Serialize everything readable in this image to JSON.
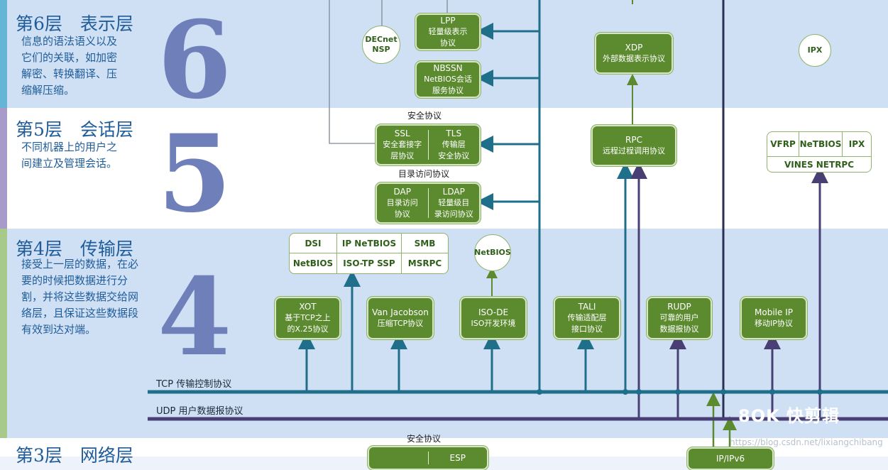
{
  "layers": [
    {
      "title": "第6层　表示层",
      "desc": [
        "信息的语法语义以及",
        "它们的关联，如加密",
        "解密、转换翻译、压",
        "缩解压缩。"
      ],
      "num": "6"
    },
    {
      "title": "第5层　会话层",
      "desc": [
        "不同机器上的用户之",
        "间建立及管理会话。"
      ],
      "num": "5"
    },
    {
      "title": "第4层　传输层",
      "desc": [
        "接受上一层的数据，在必",
        "要的时候把数据进行分",
        "割，并将这些数据交给网",
        "络层，且保证这些数据段",
        "有效到达对端。"
      ],
      "num": "4"
    },
    {
      "title": "第3层　网络层"
    }
  ],
  "layer6": {
    "decnet": [
      "DECnet",
      "NSP"
    ],
    "lpp": [
      "LPP",
      "轻量级表示",
      "协议"
    ],
    "nbssn": [
      "NBSSN",
      "NetBIOS会话",
      "服务协议"
    ],
    "xdp": [
      "XDP",
      "外部数据表示协议"
    ],
    "ipx": "IPX"
  },
  "layer5": {
    "security_label": "安全协议",
    "ssl": [
      "SSL",
      "安全套接字",
      "层协议"
    ],
    "tls": [
      "TLS",
      "传输层",
      "安全协议"
    ],
    "directory_label": "目录访问协议",
    "dap": [
      "DAP",
      "目录访问",
      "协议"
    ],
    "ldap": [
      "LDAP",
      "轻量级目",
      "录访问协议"
    ],
    "rpc": [
      "RPC",
      "远程过程调用协议"
    ],
    "vines_top": [
      "VFRP",
      "NeTBIOS",
      "IPX"
    ],
    "vines_bottom": "VINES NETRPC"
  },
  "layer4": {
    "table_top": [
      "DSI",
      "IP NeTBIOS",
      "SMB"
    ],
    "table_bottom": [
      "NetBIOS",
      "ISO-TP SSP",
      "MSRPC"
    ],
    "netbios_circle": "NetBIOS",
    "xot": [
      "XOT",
      "基于TCP之上",
      "的X.25协议"
    ],
    "vanjacobson": [
      "Van Jacobson",
      "压缩TCP协议"
    ],
    "isode": [
      "ISO-DE",
      "ISO开发环境"
    ],
    "tali": [
      "TALI",
      "传输适配层",
      "接口协议"
    ],
    "rudp": [
      "RUDP",
      "可靠的用户",
      "数据报协议"
    ],
    "mobileip": [
      "Mobile IP",
      "移动IP协议"
    ]
  },
  "buses": {
    "tcp": "TCP 传输控制协议",
    "udp": "UDP 用户数据报协议"
  },
  "layer3": {
    "security_label": "安全协议",
    "esp": "ESP",
    "ipipv6": "IP/IPv6"
  },
  "watermark": "https://blog.csdn.net/lixiangchibang",
  "logo": "8OK 快剪辑",
  "colors": {
    "band_blue": "#cfe0f5",
    "band_white": "#ffffff",
    "box_green": "#5b8a2f",
    "tcp_line": "#1f6f8b",
    "udp_line": "#4a3f74",
    "stripe_blue": "#64b5d6",
    "stripe_purple": "#a99bc9",
    "stripe_green": "#a7c98a"
  }
}
